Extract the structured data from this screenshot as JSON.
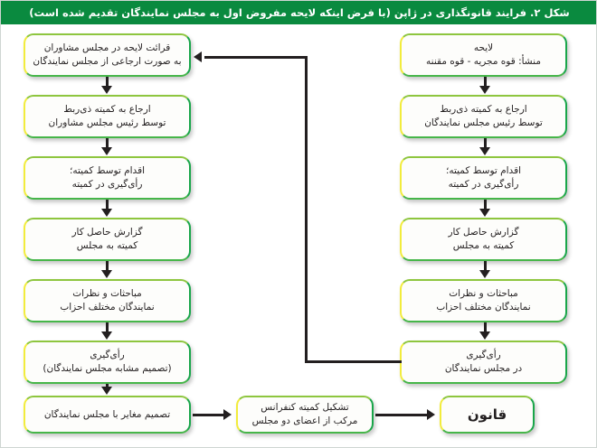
{
  "header": {
    "title": "شکل ۲. فرایند قانونگذاری در ژاپن (با فرض اینکه لایحه مفروض اول به مجلس نمایندگان تقدیم شده است)",
    "background_color": "#0a8a3f",
    "text_color": "#ffffff"
  },
  "theme": {
    "box_fill": "#fdfdfb",
    "box_border_green": "#19a64a",
    "box_border_yellow": "#f2ec3c",
    "connector_color": "#231f20",
    "text_color": "#231f20"
  },
  "chart_data": {
    "type": "flowchart",
    "title": "شکل ۲. فرایند قانونگذاری در ژاپن (با فرض اینکه لایحه مفروض اول به مجلس نمایندگان تقدیم شده است)",
    "direction": "rtl",
    "columns": [
      {
        "id": "house-of-representatives",
        "side": "right",
        "nodes": [
          "لایحه\nمنشأ: قوه مجریه - قوه مقننه",
          "ارجاع به کمیته ذی‌ربط\nتوسط رئیس مجلس نمایندگان",
          "اقدام توسط کمیته؛\nرأی‌گیری در کمیته",
          "گزارش حاصل کار\nکمیته به مجلس",
          "مباحثات و نظرات\nنمایندگان مختلف احزاب",
          "رأی‌گیری\nدر مجلس نمایندگان"
        ]
      },
      {
        "id": "house-of-councillors",
        "side": "left",
        "nodes": [
          "قرائت لایحه در مجلس مشاوران\nبه صورت ارجاعی از مجلس نمایندگان",
          "ارجاع به کمیته ذی‌ربط\nتوسط رئیس مجلس مشاوران",
          "اقدام توسط کمیته؛\nرأی‌گیری در کمیته",
          "گزارش حاصل کار\nکمیته به مجلس",
          "مباحثات و نظرات\nنمایندگان مختلف احزاب",
          "رأی‌گیری\n(تصمیم مشابه مجلس نمایندگان)",
          "تصمیم مغایر با مجلس نمایندگان"
        ]
      }
    ],
    "bottom_nodes": [
      "تشکیل کمیته کنفرانس\nمرکب از اعضای دو مجلس",
      "قانون"
    ],
    "edges": [
      {
        "from": "r1",
        "to": "r2",
        "type": "arrow-down"
      },
      {
        "from": "r2",
        "to": "r3",
        "type": "arrow-down"
      },
      {
        "from": "r3",
        "to": "r4",
        "type": "arrow-down"
      },
      {
        "from": "r4",
        "to": "r5",
        "type": "arrow-down"
      },
      {
        "from": "r5",
        "to": "r6",
        "type": "arrow-down"
      },
      {
        "from": "r6",
        "to": "l1",
        "type": "elbow-left"
      },
      {
        "from": "l1",
        "to": "l2",
        "type": "arrow-down"
      },
      {
        "from": "l2",
        "to": "l3",
        "type": "arrow-down"
      },
      {
        "from": "l3",
        "to": "l4",
        "type": "arrow-down"
      },
      {
        "from": "l4",
        "to": "l5",
        "type": "arrow-down"
      },
      {
        "from": "l5",
        "to": "l6",
        "type": "arrow-down"
      },
      {
        "from": "l6",
        "to": "l7",
        "type": "arrow-down"
      },
      {
        "from": "l7",
        "to": "b1",
        "type": "arrow-right"
      },
      {
        "from": "b1",
        "to": "b2",
        "type": "arrow-right"
      }
    ]
  },
  "right_column": {
    "bill": {
      "l1": "لایحه",
      "l2": "منشأ: قوه مجریه - قوه مقننه"
    },
    "refer": {
      "l1": "ارجاع به کمیته ذی‌ربط",
      "l2": "توسط رئیس مجلس نمایندگان"
    },
    "committee": {
      "l1": "اقدام توسط کمیته؛",
      "l2": "رأی‌گیری در کمیته"
    },
    "report": {
      "l1": "گزارش حاصل کار",
      "l2": "کمیته به مجلس"
    },
    "debate": {
      "l1": "مباحثات و نظرات",
      "l2": "نمایندگان مختلف احزاب"
    },
    "vote": {
      "l1": "رأی‌گیری",
      "l2": "در مجلس نمایندگان"
    }
  },
  "left_column": {
    "reading": {
      "l1": "قرائت لایحه در مجلس مشاوران",
      "l2": "به صورت ارجاعی از مجلس نمایندگان"
    },
    "refer": {
      "l1": "ارجاع به کمیته ذی‌ربط",
      "l2": "توسط رئیس مجلس مشاوران"
    },
    "committee": {
      "l1": "اقدام توسط کمیته؛",
      "l2": "رأی‌گیری در کمیته"
    },
    "report": {
      "l1": "گزارش حاصل کار",
      "l2": "کمیته به مجلس"
    },
    "debate": {
      "l1": "مباحثات و نظرات",
      "l2": "نمایندگان مختلف احزاب"
    },
    "vote": {
      "l1": "رأی‌گیری",
      "l2": "(تصمیم مشابه مجلس نمایندگان)"
    },
    "conflict": {
      "l1": "تصمیم مغایر با مجلس نمایندگان"
    }
  },
  "bottom_row": {
    "conference": {
      "l1": "تشکیل کمیته کنفرانس",
      "l2": "مرکب از اعضای دو مجلس"
    },
    "law": {
      "l1": "قانون"
    }
  }
}
